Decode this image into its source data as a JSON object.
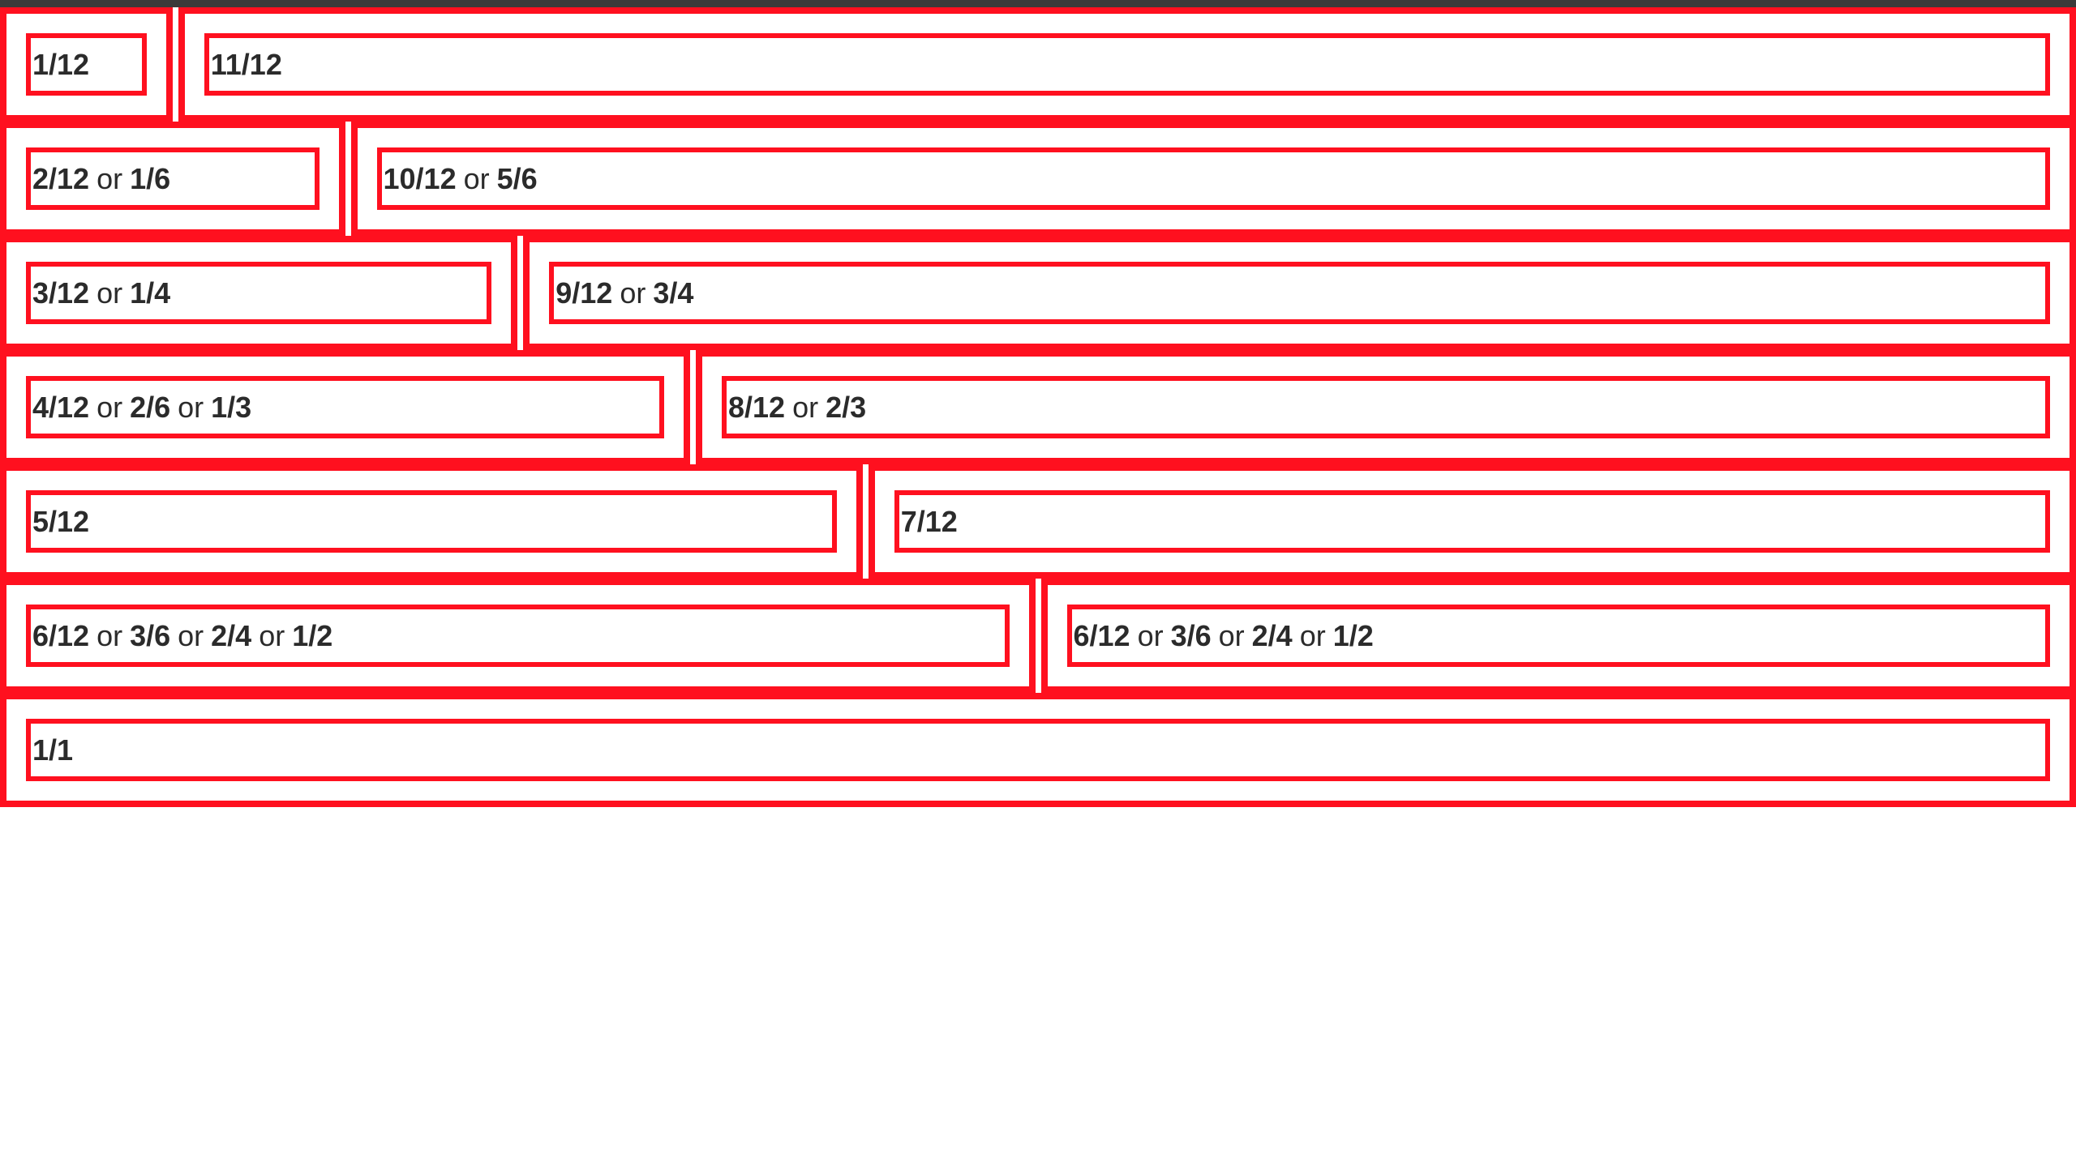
{
  "colors": {
    "border": "#ff101f",
    "text": "#2b2b2b",
    "topbar": "#3a3a3a",
    "background": "#ffffff"
  },
  "rows": [
    {
      "cells": [
        {
          "span": 1,
          "label": "1/12",
          "parts": [
            "1/12"
          ]
        },
        {
          "span": 11,
          "label": "11/12",
          "parts": [
            "11/12"
          ]
        }
      ]
    },
    {
      "cells": [
        {
          "span": 2,
          "label": "2/12 or 1/6",
          "parts": [
            "2/12",
            "1/6"
          ]
        },
        {
          "span": 10,
          "label": "10/12 or 5/6",
          "parts": [
            "10/12",
            "5/6"
          ]
        }
      ]
    },
    {
      "cells": [
        {
          "span": 3,
          "label": "3/12 or 1/4",
          "parts": [
            "3/12",
            "1/4"
          ]
        },
        {
          "span": 9,
          "label": "9/12 or 3/4",
          "parts": [
            "9/12",
            "3/4"
          ]
        }
      ]
    },
    {
      "cells": [
        {
          "span": 4,
          "label": "4/12 or 2/6 or 1/3",
          "parts": [
            "4/12",
            "2/6",
            "1/3"
          ]
        },
        {
          "span": 8,
          "label": "8/12 or 2/3",
          "parts": [
            "8/12",
            "2/3"
          ]
        }
      ]
    },
    {
      "cells": [
        {
          "span": 5,
          "label": "5/12",
          "parts": [
            "5/12"
          ]
        },
        {
          "span": 7,
          "label": "7/12",
          "parts": [
            "7/12"
          ]
        }
      ]
    },
    {
      "cells": [
        {
          "span": 6,
          "label": "6/12 or 3/6 or 2/4 or 1/2",
          "parts": [
            "6/12",
            "3/6",
            "2/4",
            "1/2"
          ]
        },
        {
          "span": 6,
          "label": "6/12 or 3/6 or 2/4 or 1/2",
          "parts": [
            "6/12",
            "3/6",
            "2/4",
            "1/2"
          ]
        }
      ]
    },
    {
      "cells": [
        {
          "span": 12,
          "label": "1/1",
          "parts": [
            "1/1"
          ]
        }
      ]
    }
  ],
  "separator_word": "or"
}
